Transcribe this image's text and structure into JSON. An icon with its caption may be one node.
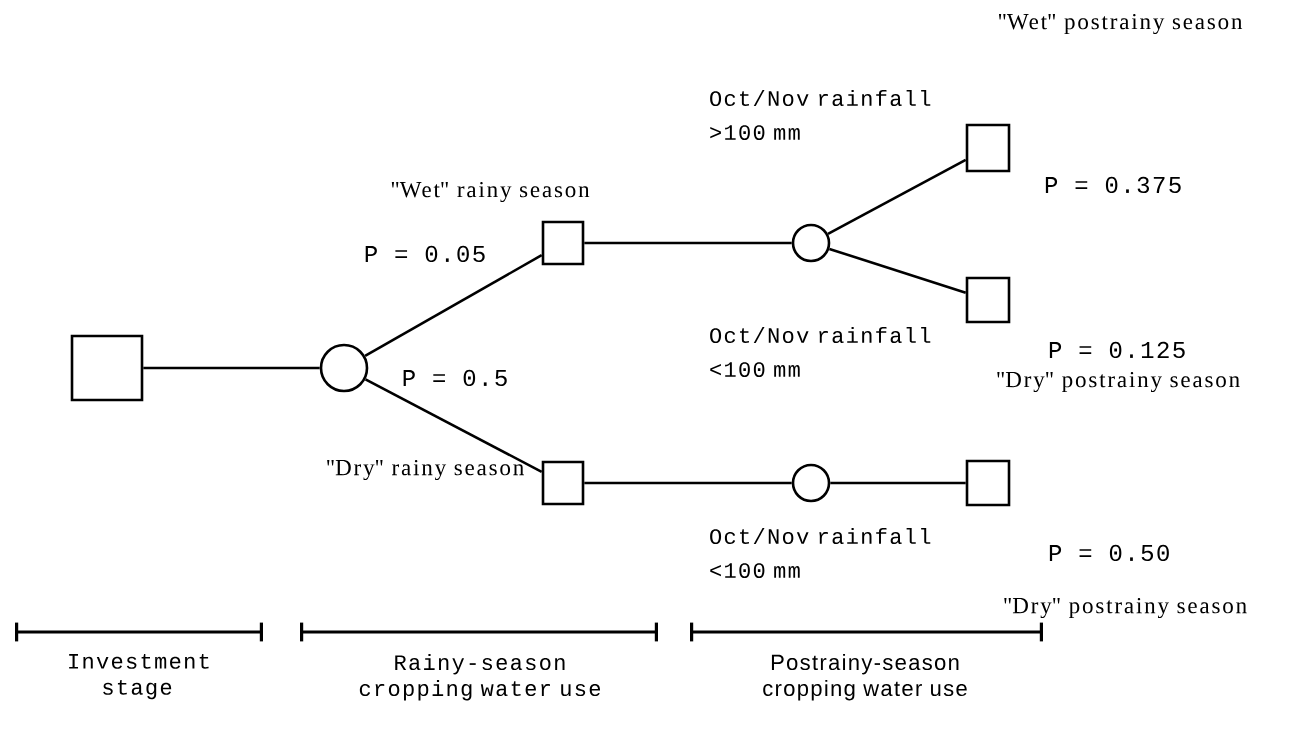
{
  "diagram": {
    "nodes": [
      {
        "text": [],
        "shape": "box"
      },
      {
        "text": [],
        "shape": "circle"
      },
      {
        "text": [
          "\"Wet\" rainy season"
        ]
      },
      {
        "text": [
          "\"Dry\" rainy season"
        ]
      },
      {
        "text": [],
        "shape": "circle"
      },
      {
        "text": [],
        "shape": "circle"
      },
      {
        "text": [
          "\"Wet\" postrainy season"
        ],
        "beside": [
          "P = 0.375"
        ]
      },
      {
        "text": [
          "\"Dry\" postrainy season"
        ],
        "beside": [
          "P = 0.125"
        ]
      },
      {
        "text": [
          "\"Dry\" postrainy season"
        ],
        "beside": [
          "P = 0.50"
        ]
      }
    ],
    "edges": [
      {
        "from": 0,
        "to": 1,
        "arrow": "none"
      },
      {
        "from": 1,
        "to": 2,
        "arrow": "none",
        "label": "P = 0.05"
      },
      {
        "from": 1,
        "to": 3,
        "arrow": "none",
        "label": "P = 0.5"
      },
      {
        "from": 2,
        "to": 4,
        "arrow": "none"
      },
      {
        "from": 3,
        "to": 5,
        "arrow": "none"
      },
      {
        "from": 4,
        "to": 6,
        "arrow": "none",
        "label": "Oct/Nov rainfall >100 mm"
      },
      {
        "from": 4,
        "to": 7,
        "arrow": "none",
        "label": "Oct/Nov rainfall <100 mm"
      },
      {
        "from": 5,
        "to": 8,
        "arrow": "none",
        "label": "Oct/Nov rainfall <100 mm"
      }
    ],
    "labels": [
      "Investment stage",
      "Rainy-season cropping water use",
      "Postrainy-season cropping water use"
    ]
  }
}
